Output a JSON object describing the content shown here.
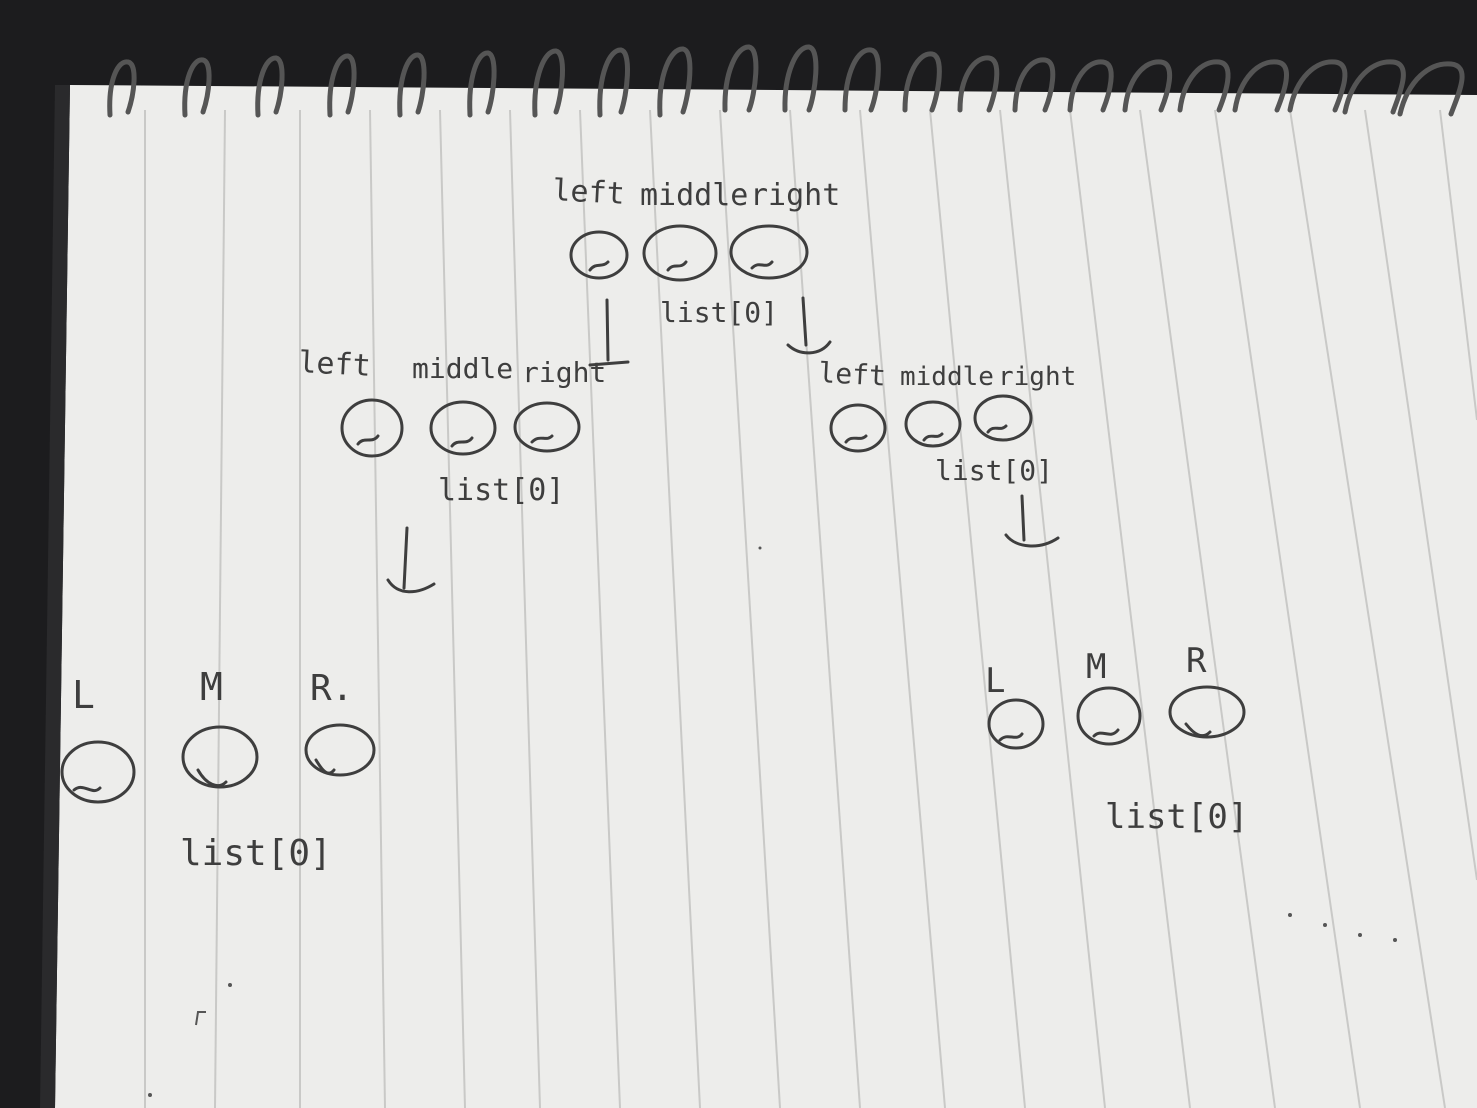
{
  "scene": {
    "colors": {
      "desk": "#1c1c1e",
      "paper": "#ededeb",
      "rule_line": "#c9c9c7",
      "ink": "#3e3e3e",
      "spiral": "#555555"
    }
  },
  "handwriting": {
    "top": {
      "left": "left",
      "middle": "middle",
      "right": "right",
      "under": "list[0]"
    },
    "level2_left": {
      "left": "left",
      "middle": "middle",
      "right": "right",
      "under": "list[0]"
    },
    "level2_right": {
      "left": "left",
      "middle": "middle",
      "right": "right",
      "under": "list[0]"
    },
    "level3_left": {
      "left": "L",
      "middle": "M",
      "right": "R.",
      "under": "list[0]"
    },
    "level3_right": {
      "left": "L",
      "middle": "M",
      "right": "R",
      "under": "list[0]"
    }
  }
}
